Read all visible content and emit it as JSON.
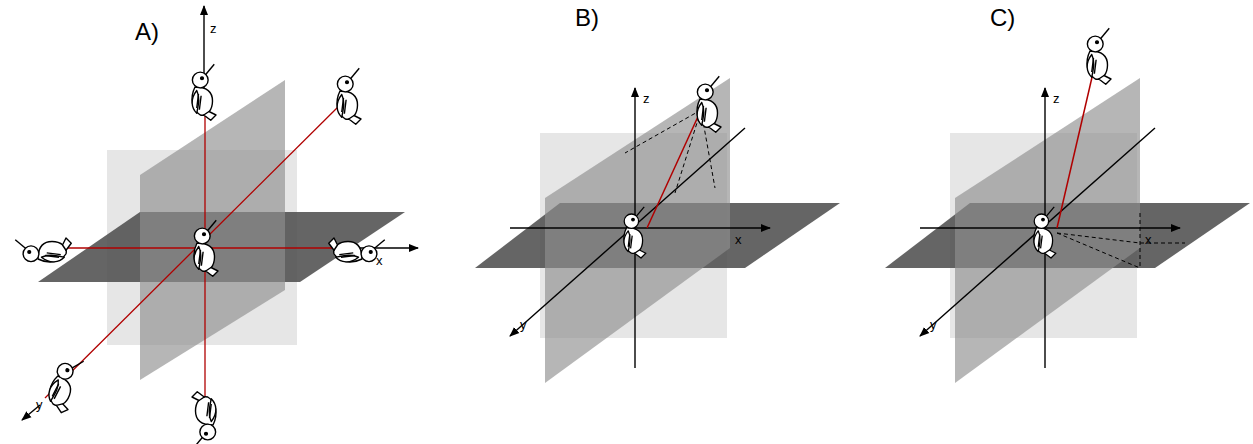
{
  "diagram": {
    "labels": [
      "A)",
      "z",
      "x",
      "y",
      "B)",
      "z",
      "x",
      "y",
      "C)",
      "z",
      "x",
      "y"
    ]
  }
}
